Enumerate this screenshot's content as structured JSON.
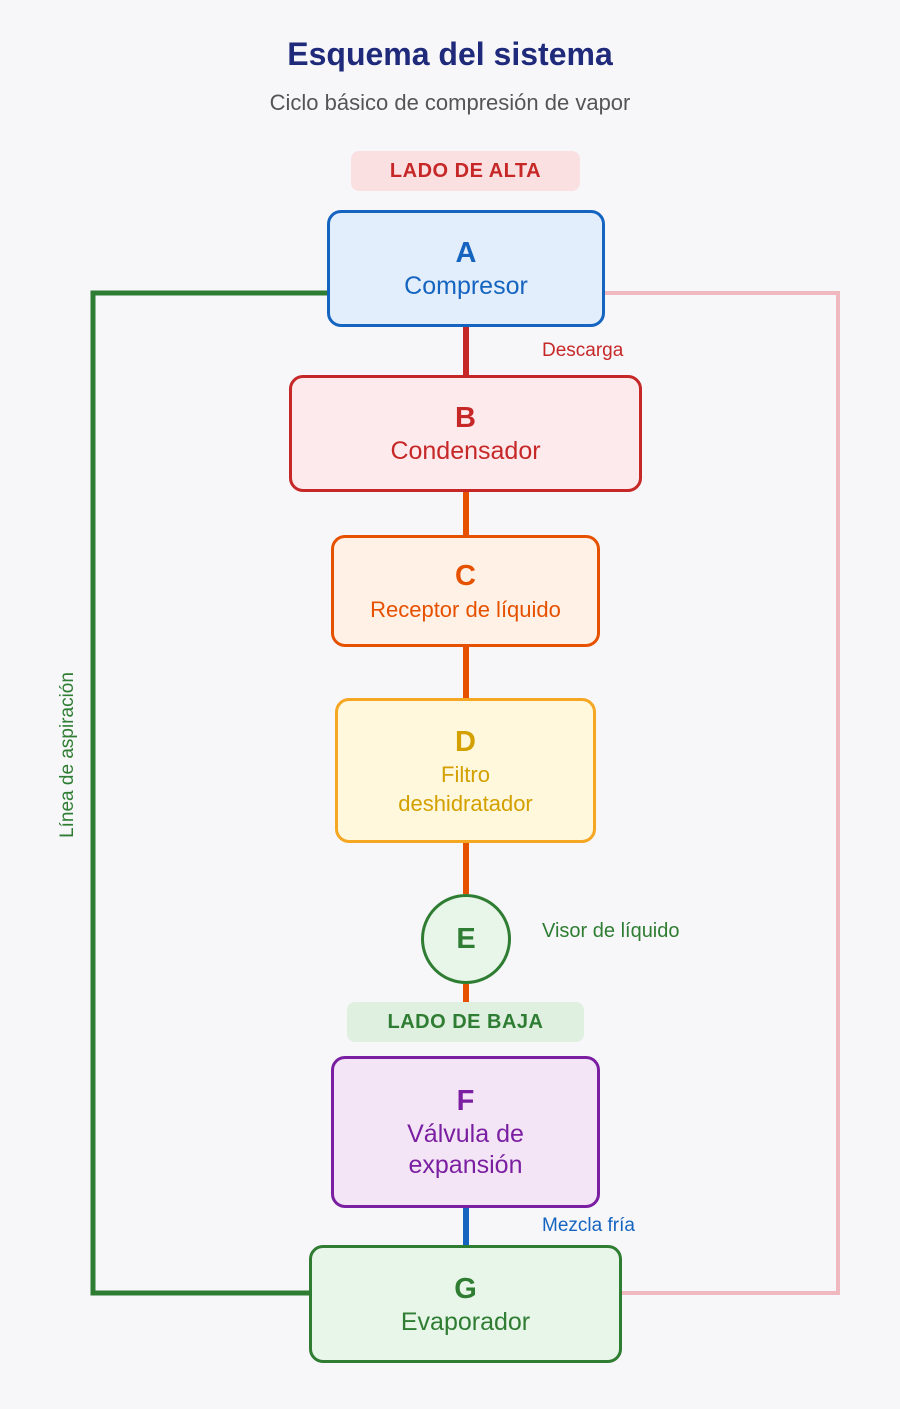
{
  "header": {
    "title": "Esquema del sistema",
    "subtitle": "Ciclo básico de compresión de vapor"
  },
  "zones": {
    "high": "LADO DE ALTA",
    "low": "LADO DE BAJA"
  },
  "nodes": [
    {
      "letter": "A",
      "name": "Compresor"
    },
    {
      "letter": "B",
      "name": "Condensador"
    },
    {
      "letter": "C",
      "name": "Receptor de líquido"
    },
    {
      "letter": "D",
      "name": "Filtro deshidratador",
      "name_line1": "Filtro",
      "name_line2": "deshidratador"
    },
    {
      "letter": "E",
      "name": "Visor de líquido"
    },
    {
      "letter": "F",
      "name": "Válvula de expansión",
      "name_line1": "Válvula de",
      "name_line2": "expansión"
    },
    {
      "letter": "G",
      "name": "Evaporador"
    }
  ],
  "annotations": {
    "discharge": "Descarga",
    "cold_mix": "Mezcla fría",
    "suction_line": "Línea de aspiración"
  },
  "colors": {
    "compressor": "#1565c0",
    "condenser": "#c62828",
    "receiver": "#e65100",
    "filter": "#f5a623",
    "sight_glass": "#2e7d32",
    "expansion_valve": "#7b1fa2",
    "evaporator": "#2e7d32",
    "return_line": "#f0b9c0",
    "title": "#1f2a7a"
  }
}
